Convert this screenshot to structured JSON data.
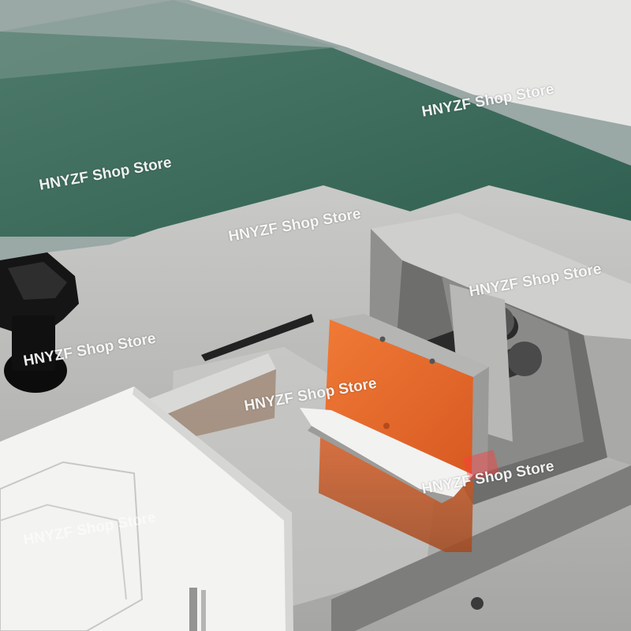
{
  "watermark": {
    "text": "HNYZF Shop Store"
  },
  "colors": {
    "green_mat": "#3e6f5e",
    "wall": "#e8e8e6",
    "steel": "#bfbfbd",
    "orange_jaw": "#e86a2c",
    "knob": "#111111",
    "box": "#f4f4f2"
  },
  "scene": {
    "subject": "stainless steel wire stripping machine with orange jaws and black clamp knob",
    "icons": [
      "clamp-knob",
      "blade",
      "jaw-block",
      "box"
    ]
  }
}
